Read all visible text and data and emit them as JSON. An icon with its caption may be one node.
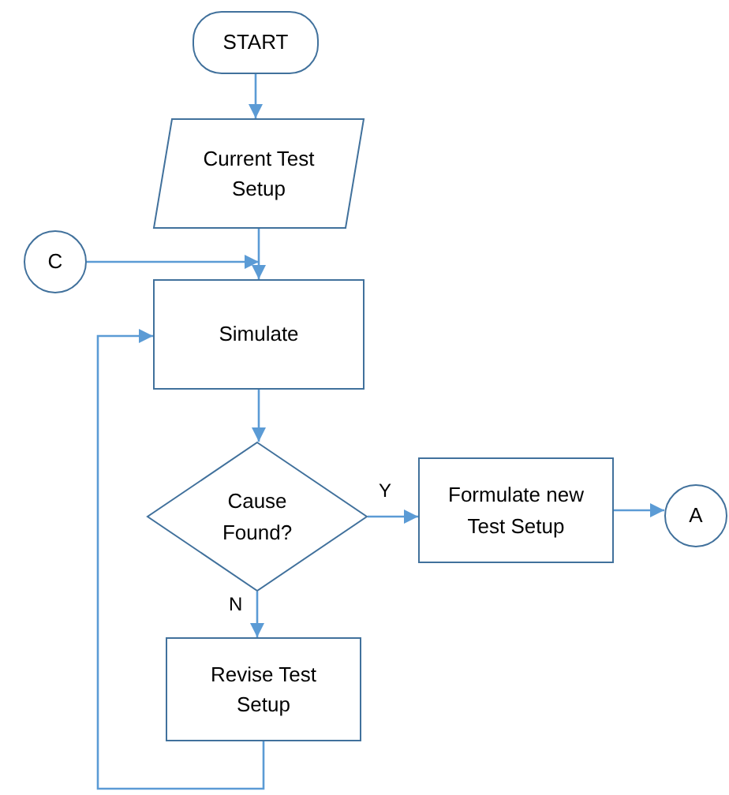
{
  "diagram": {
    "nodes": [
      {
        "text": [
          "START"
        ]
      },
      {
        "text": [
          "Current Test Setup"
        ]
      },
      {
        "text": [
          "C"
        ]
      },
      {
        "text": [
          "Simulate"
        ]
      },
      {
        "text": [
          "Cause Found?"
        ]
      },
      {
        "text": [
          "Formulate new Test Setup"
        ]
      },
      {
        "text": [
          "A"
        ]
      },
      {
        "text": [
          "Revise Test Setup"
        ]
      }
    ],
    "edges": [
      {
        "from": 0,
        "to": 1,
        "arrow": "to"
      },
      {
        "from": 1,
        "to": 3,
        "arrow": "to"
      },
      {
        "from": 2,
        "to": 3,
        "arrow": "to"
      },
      {
        "from": 3,
        "to": 4,
        "arrow": "to"
      },
      {
        "from": 4,
        "to": 5,
        "arrow": "to",
        "label": "Y"
      },
      {
        "from": 5,
        "to": 6,
        "arrow": "to"
      },
      {
        "from": 4,
        "to": 7,
        "arrow": "to",
        "label": "N"
      },
      {
        "from": 7,
        "to": 3,
        "arrow": "to"
      }
    ]
  }
}
